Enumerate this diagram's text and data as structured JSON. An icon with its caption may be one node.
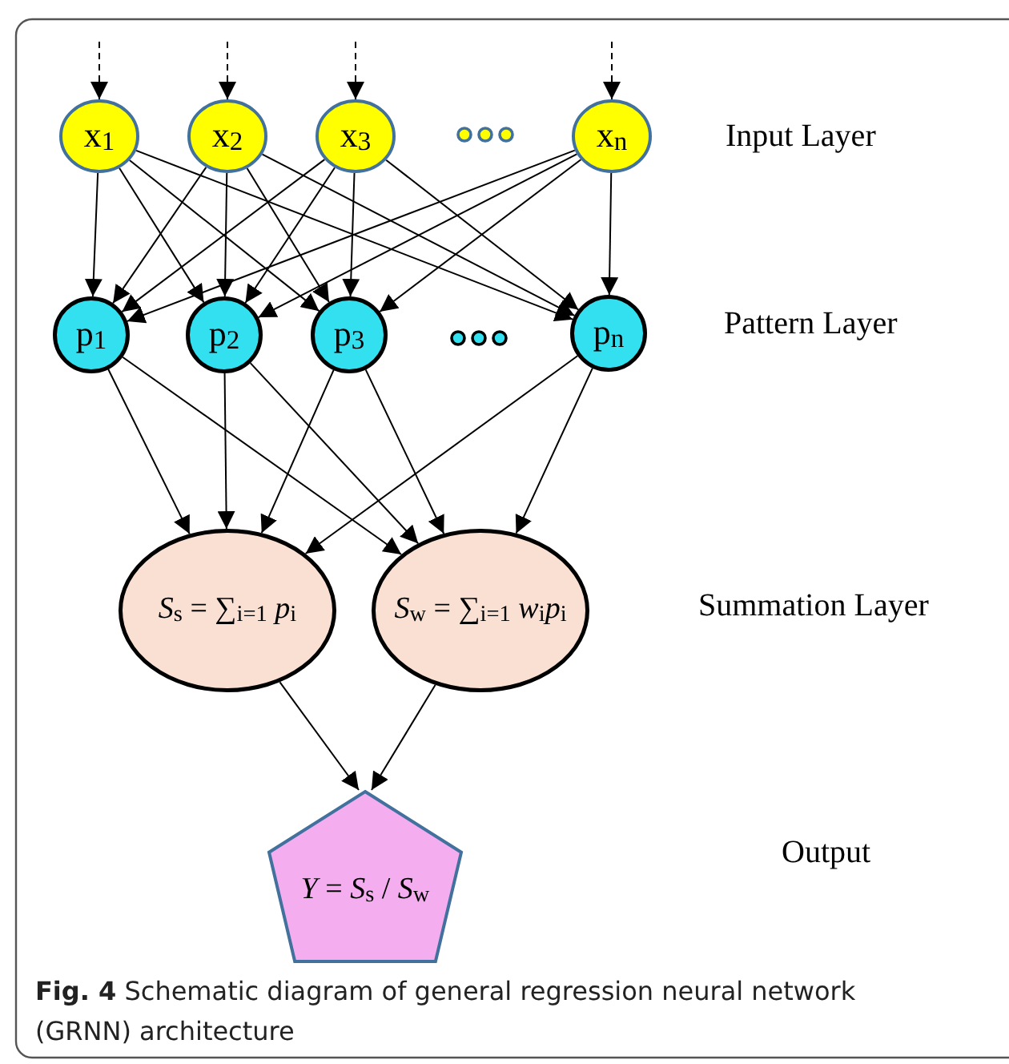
{
  "diagram": {
    "caption": "**Fig. 4** Schematic diagram of general regression neural network (GRNN) architecture",
    "nodes": [
      {
        "text": [
          "x$_{1}$"
        ]
      },
      {
        "text": [
          "x$_{2}$"
        ]
      },
      {
        "text": [
          "x$_{3}$"
        ]
      },
      {
        "text": [
          "x$_{n}$"
        ]
      },
      {
        "text": [
          "p$_{1}$"
        ]
      },
      {
        "text": [
          "p$_{2}$"
        ]
      },
      {
        "text": [
          "p$_{3}$"
        ]
      },
      {
        "text": [
          "p$_{n}$"
        ]
      },
      {
        "text": [
          "*S*$_{s}$ = ∑$_{i=1}$ *p*$_{i}$"
        ]
      },
      {
        "text": [
          "*S*$_{w}$ = ∑$_{i=1}$ *w*$_{i}$*p*$_{i}$"
        ]
      },
      {
        "text": [
          "*Y* = *S*$_{s}$ / *S*$_{w}$"
        ]
      }
    ],
    "edges": [
      {
        "from": null,
        "to": 0,
        "arrow": "to",
        "style": "dashed"
      },
      {
        "from": null,
        "to": 1,
        "arrow": "to",
        "style": "dashed"
      },
      {
        "from": null,
        "to": 2,
        "arrow": "to",
        "style": "dashed"
      },
      {
        "from": null,
        "to": 3,
        "arrow": "to",
        "style": "dashed"
      },
      {
        "from": 0,
        "to": 4,
        "arrow": "to"
      },
      {
        "from": 0,
        "to": 5,
        "arrow": "to"
      },
      {
        "from": 0,
        "to": 6,
        "arrow": "to"
      },
      {
        "from": 0,
        "to": 7,
        "arrow": "to"
      },
      {
        "from": 1,
        "to": 4,
        "arrow": "to"
      },
      {
        "from": 1,
        "to": 5,
        "arrow": "to"
      },
      {
        "from": 1,
        "to": 6,
        "arrow": "to"
      },
      {
        "from": 1,
        "to": 7,
        "arrow": "to"
      },
      {
        "from": 2,
        "to": 4,
        "arrow": "to"
      },
      {
        "from": 2,
        "to": 5,
        "arrow": "to"
      },
      {
        "from": 2,
        "to": 6,
        "arrow": "to"
      },
      {
        "from": 2,
        "to": 7,
        "arrow": "to"
      },
      {
        "from": 3,
        "to": 4,
        "arrow": "to"
      },
      {
        "from": 3,
        "to": 5,
        "arrow": "to"
      },
      {
        "from": 3,
        "to": 6,
        "arrow": "to"
      },
      {
        "from": 3,
        "to": 7,
        "arrow": "to"
      },
      {
        "from": 4,
        "to": 8,
        "arrow": "to"
      },
      {
        "from": 4,
        "to": 9,
        "arrow": "to"
      },
      {
        "from": 5,
        "to": 8,
        "arrow": "to"
      },
      {
        "from": 5,
        "to": 9,
        "arrow": "to"
      },
      {
        "from": 6,
        "to": 8,
        "arrow": "to"
      },
      {
        "from": 6,
        "to": 9,
        "arrow": "to"
      },
      {
        "from": 7,
        "to": 8,
        "arrow": "to"
      },
      {
        "from": 7,
        "to": 9,
        "arrow": "to"
      },
      {
        "from": 8,
        "to": 10,
        "arrow": "to"
      },
      {
        "from": 9,
        "to": 10,
        "arrow": "to"
      }
    ],
    "labels": [
      "Input Layer",
      "Pattern Layer",
      "Summation Layer",
      "Output"
    ]
  }
}
